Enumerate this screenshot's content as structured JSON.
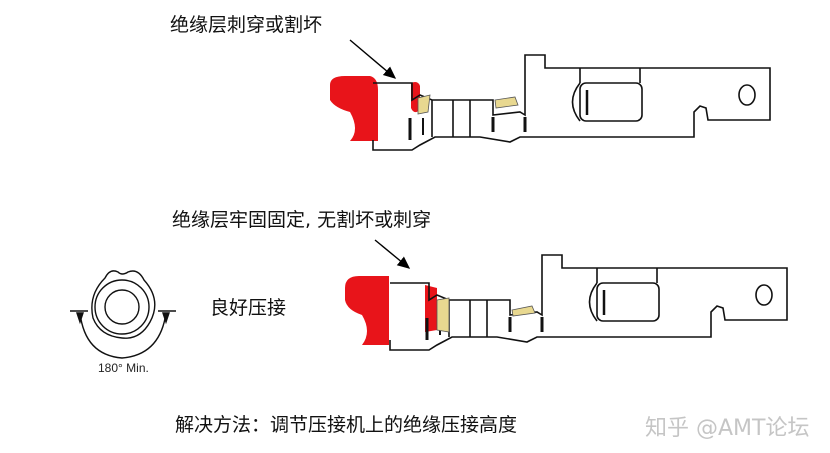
{
  "labels": {
    "top_defect": "绝缘层刺穿或割坏",
    "middle_good": "绝缘层牢固固定, 无割坏或刺穿",
    "good_crimp": "良好压接",
    "angle": "180° Min.",
    "solution": "解决方法：调节压接机上的绝缘压接高度"
  },
  "watermark": "知乎 @AMT论坛",
  "colors": {
    "insulation": "#e8141a",
    "wire_strands": "#e8d890",
    "outline": "#111111"
  }
}
